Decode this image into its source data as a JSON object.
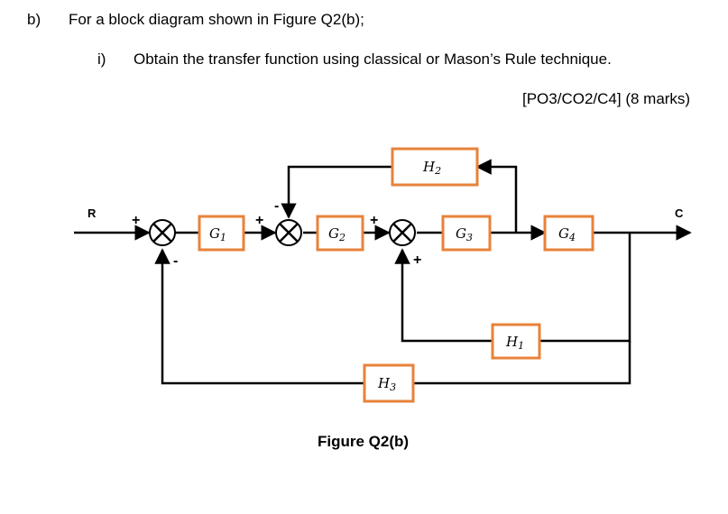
{
  "question": {
    "label": "b)",
    "text": "For a block diagram shown in Figure Q2(b);",
    "sub_label": "i)",
    "sub_text": "Obtain the transfer function using classical or Mason’s Rule technique.",
    "marks": "[PO3/CO2/C4] (8 marks)"
  },
  "diagram": {
    "input_label": "R",
    "output_label": "C",
    "blocks": {
      "g1": {
        "main": "G",
        "sub": "1"
      },
      "g2": {
        "main": "G",
        "sub": "2"
      },
      "g3": {
        "main": "G",
        "sub": "3"
      },
      "g4": {
        "main": "G",
        "sub": "4"
      },
      "h1": {
        "main": "H",
        "sub": "1"
      },
      "h2": {
        "main": "H",
        "sub": "2"
      },
      "h3": {
        "main": "H",
        "sub": "3"
      }
    },
    "signs": {
      "sum1_plus": "+",
      "sum1_minus": "-",
      "sum2_plus": "+",
      "sum2_minus": "-",
      "sum3_plus_left": "+",
      "sum3_plus_bottom": "+"
    },
    "colors": {
      "block_border": "#e8823a",
      "wire": "#000000"
    }
  },
  "figure_caption": "Figure Q2(b)"
}
